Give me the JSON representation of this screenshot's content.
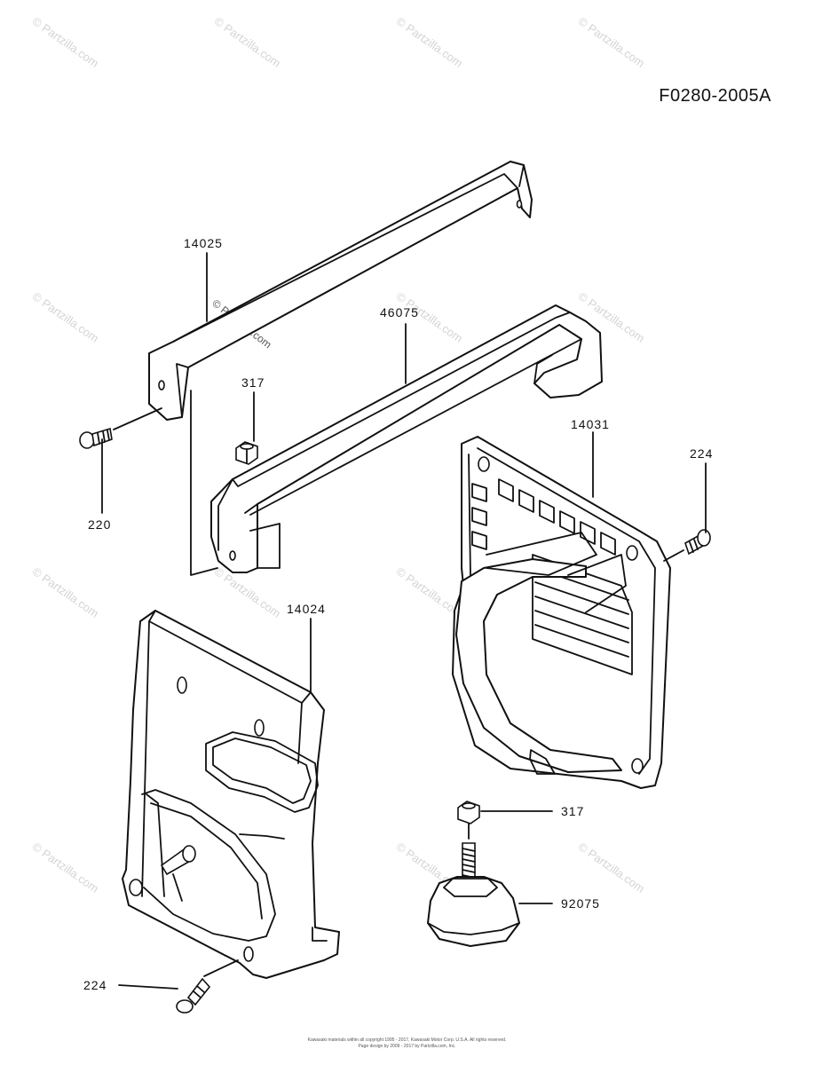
{
  "diagram": {
    "code": "F0280-2005A",
    "labels": [
      {
        "id": "14025",
        "text": "14025"
      },
      {
        "id": "46075",
        "text": "46075"
      },
      {
        "id": "317a",
        "text": "317"
      },
      {
        "id": "220",
        "text": "220"
      },
      {
        "id": "14031",
        "text": "14031"
      },
      {
        "id": "224a",
        "text": "224"
      },
      {
        "id": "14024",
        "text": "14024"
      },
      {
        "id": "317b",
        "text": "317"
      },
      {
        "id": "92075",
        "text": "92075"
      },
      {
        "id": "224b",
        "text": "224"
      }
    ],
    "watermark": "© Partzilla.com",
    "footer": [
      "Kawasaki materials within all copyright 1995 - 2017, Kawasaki Motor Corp. U.S.A. All rights reserved.",
      "Page design by 2009 - 2017 by Partzilla.com, Inc."
    ]
  }
}
